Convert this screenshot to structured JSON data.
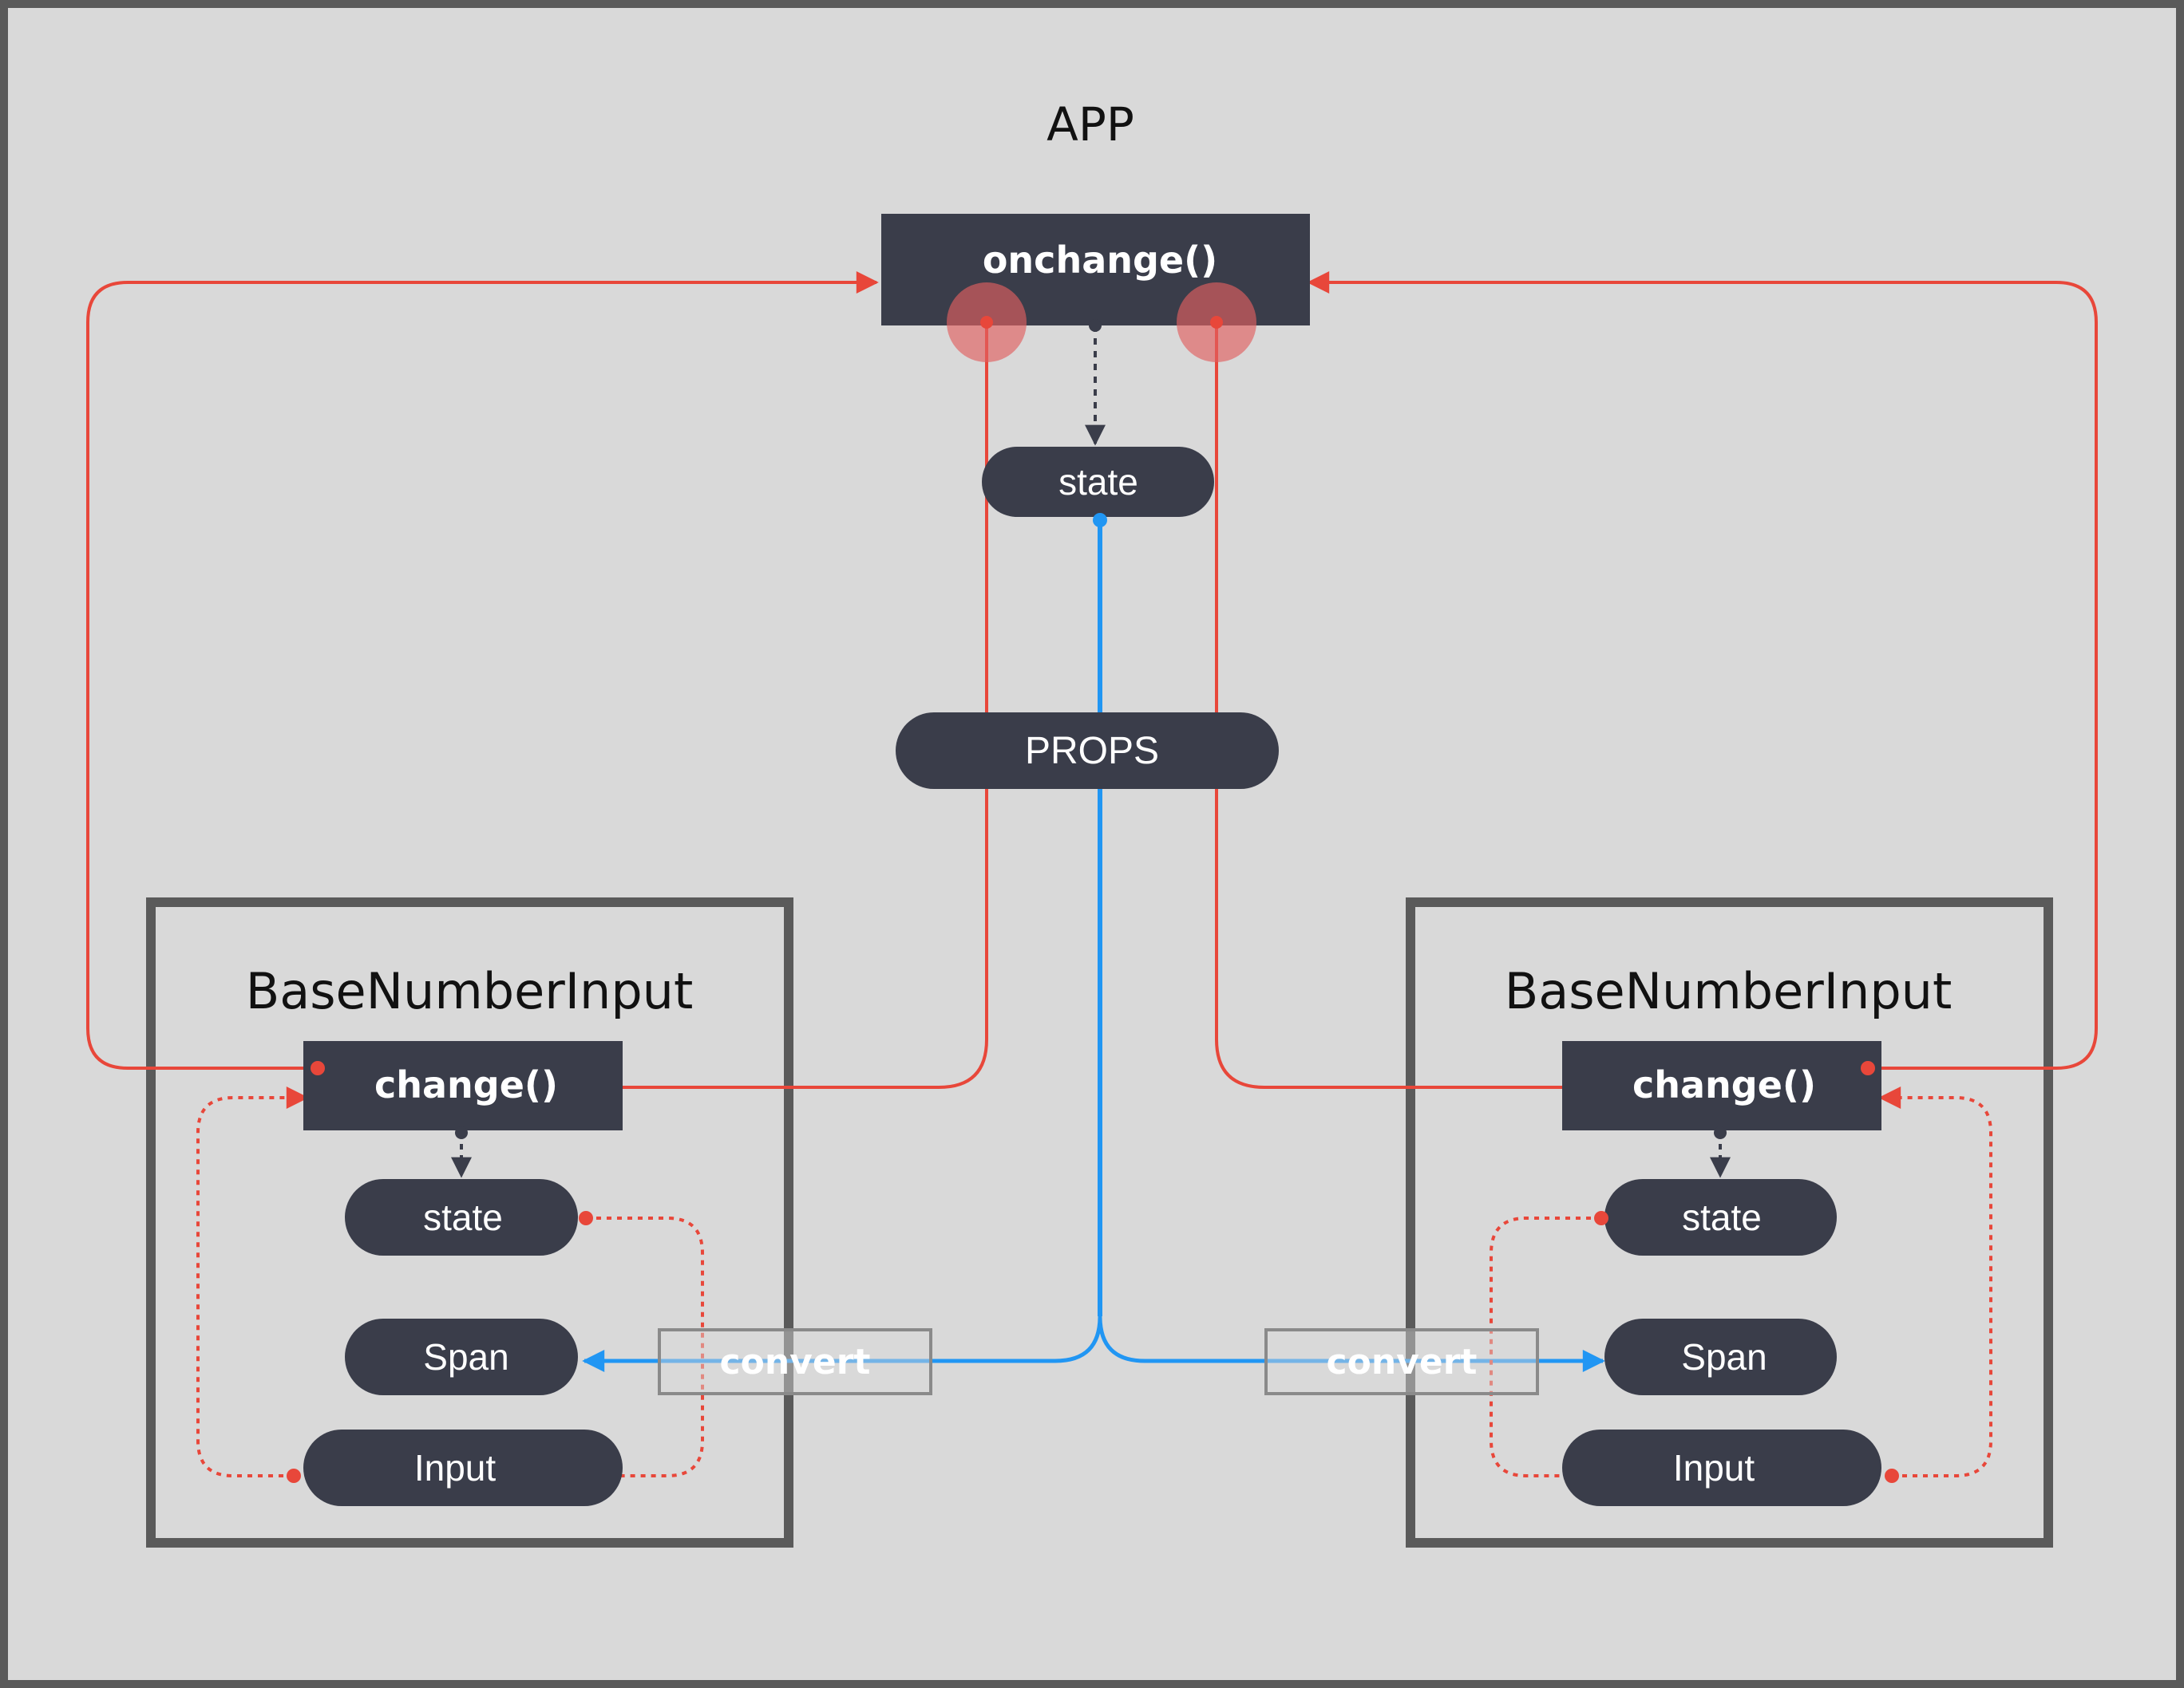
{
  "app": {
    "title": "APP"
  },
  "app_node": {
    "onchange": "onchange()",
    "state": "state",
    "props": "PROPS"
  },
  "left_component": {
    "title": "BaseNumberInput",
    "change": "change()",
    "state": "state",
    "span": "Span",
    "input": "Input",
    "convert": "convert"
  },
  "right_component": {
    "title": "BaseNumberInput",
    "change": "change()",
    "state": "state",
    "span": "Span",
    "input": "Input",
    "convert": "convert"
  },
  "colors": {
    "background": "#d9d9d9",
    "frame": "#5a5a5a",
    "node_fill": "#3a3d4a",
    "node_text": "#ffffff",
    "event_line": "#e8473a",
    "data_line": "#2196f3",
    "title_text": "#111111",
    "highlight": "#e06060"
  }
}
